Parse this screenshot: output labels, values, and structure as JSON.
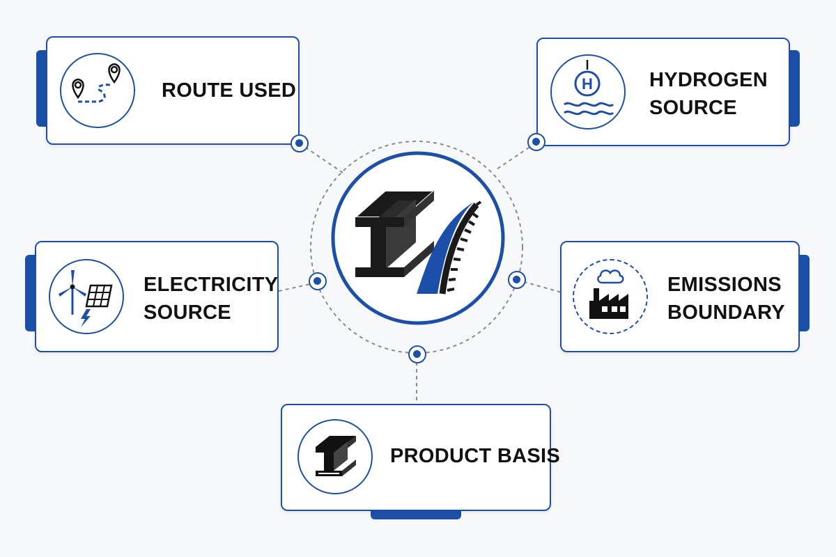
{
  "colors": {
    "accent": "#1c4fa8",
    "text": "#111111",
    "connector": "#8a8a8a",
    "card": "#ffffff",
    "background": "#f7f8fa"
  },
  "center": {
    "icon": "steel-beam-and-road-icon"
  },
  "cards": {
    "route": {
      "line1": "ROUTE USED",
      "icon": "route-map-pin-icon"
    },
    "hydrogen": {
      "line1": "HYDROGEN",
      "line2": "SOURCE",
      "icon": "hydrogen-water-icon"
    },
    "electricity": {
      "line1": "ELECTRICITY",
      "line2": "SOURCE",
      "icon": "wind-solar-power-icon"
    },
    "emissions": {
      "line1": "EMISSIONS",
      "line2": "BOUNDARY",
      "icon": "factory-emissions-icon"
    },
    "product": {
      "line1": "PRODUCT BASIS",
      "icon": "steel-beam-icon"
    }
  }
}
